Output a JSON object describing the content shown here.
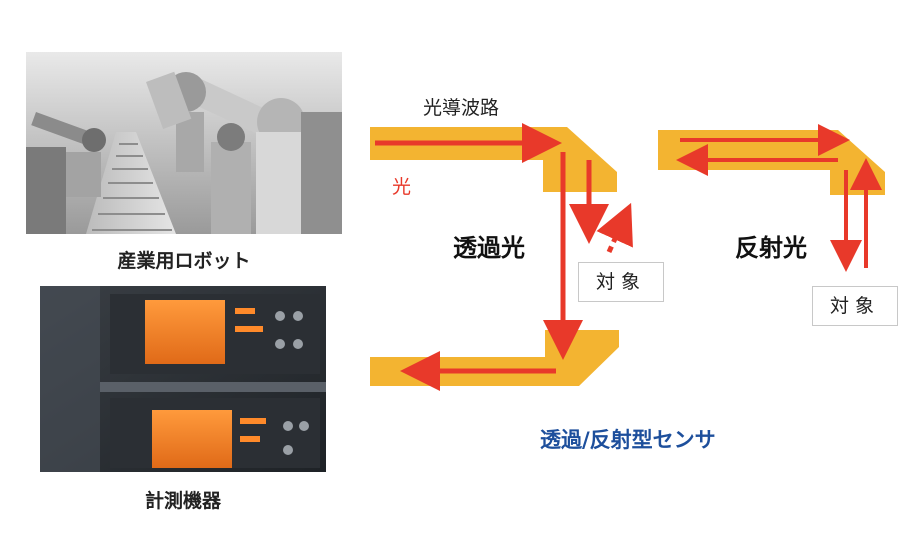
{
  "photos": {
    "robot_caption": "産業用ロボット",
    "instrument_caption": "計測機器"
  },
  "diagram": {
    "waveguide_label": "光導波路",
    "light_label": "光",
    "transmitted_label": "透過光",
    "reflected_label": "反射光",
    "target_label_1": "対象",
    "target_label_2": "対象",
    "title": "透過/反射型センサ"
  },
  "colors": {
    "waveguide": "#f3b431",
    "arrow": "#e8392a",
    "title": "#1d4f9c"
  }
}
